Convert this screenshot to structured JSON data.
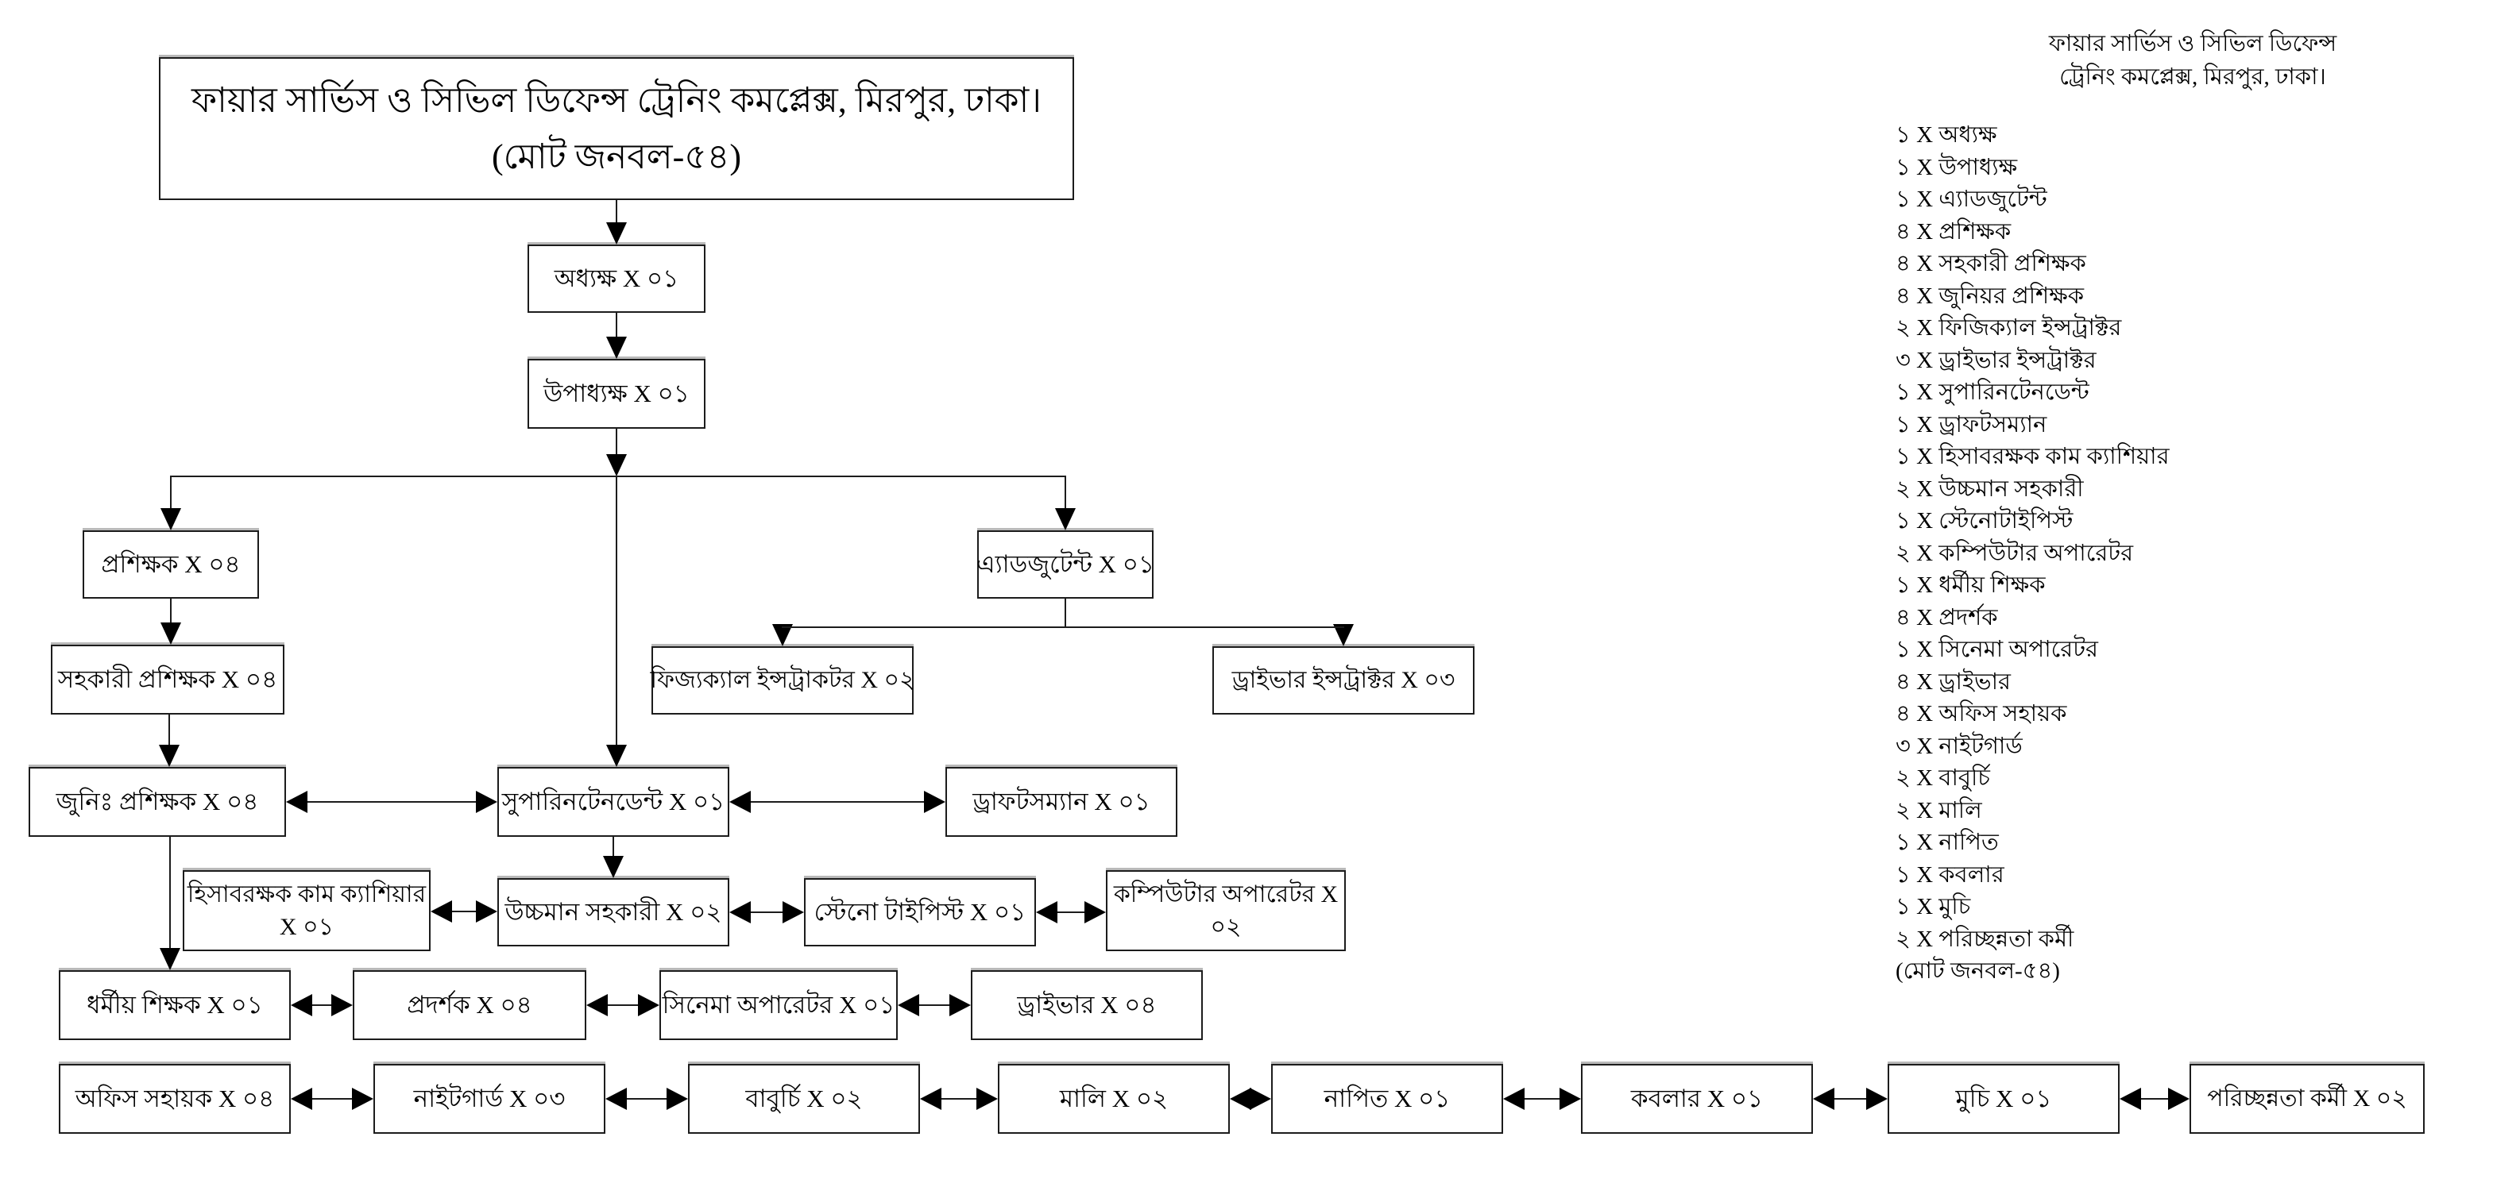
{
  "page": {
    "background_color": "#ffffff",
    "line_color": "#000000"
  },
  "org": {
    "nodes": [
      {
        "id": "title",
        "lines": [
          "ফায়ার সার্ভিস ও সিভিল ডিফেন্স ট্রেনিং কমপ্লেক্স, মিরপুর, ঢাকা।",
          "(মোট জনবল-৫৪)"
        ]
      },
      {
        "id": "principal",
        "lines": [
          "অধ্যক্ষ X ০১"
        ]
      },
      {
        "id": "vice-principal",
        "lines": [
          "উপাধ্যক্ষ X ০১"
        ]
      },
      {
        "id": "instructor",
        "lines": [
          "প্রশিক্ষক X ০৪"
        ]
      },
      {
        "id": "adjutant",
        "lines": [
          "এ্যাডজুটেন্ট X ০১"
        ]
      },
      {
        "id": "assistant-instructor",
        "lines": [
          "সহকারী প্রশিক্ষক X ০৪"
        ]
      },
      {
        "id": "physical-instructor",
        "lines": [
          "ফিজ্যক্যাল ইন্সট্রাকটর X ০২"
        ]
      },
      {
        "id": "driver-instructor",
        "lines": [
          "ড্রাইভার ইন্সট্রাক্টর X ০৩"
        ]
      },
      {
        "id": "junior-instructor",
        "lines": [
          "জুনিঃ প্রশিক্ষক X ০৪"
        ]
      },
      {
        "id": "superintendent",
        "lines": [
          "সুপারিনটেনডেন্ট X ০১"
        ]
      },
      {
        "id": "draftsman",
        "lines": [
          "ড্রাফটসম্যান X ০১"
        ]
      },
      {
        "id": "accountant-cum-cashier",
        "lines": [
          "হিসাবরক্ষক কাম ক্যাশিয়ার",
          "X ০১"
        ]
      },
      {
        "id": "upper-division-assistant",
        "lines": [
          "উচ্চমান সহকারী X ০২"
        ]
      },
      {
        "id": "steno-typist",
        "lines": [
          "স্টেনো টাইপিস্ট X ০১"
        ]
      },
      {
        "id": "computer-operator",
        "lines": [
          "কম্পিউটার অপারেটর X",
          "০২"
        ]
      },
      {
        "id": "religious-teacher",
        "lines": [
          "ধর্মীয় শিক্ষক X ০১"
        ]
      },
      {
        "id": "demonstrator",
        "lines": [
          "প্রদর্শক X ০৪"
        ]
      },
      {
        "id": "cinema-operator",
        "lines": [
          "সিনেমা অপারেটর X ০১"
        ]
      },
      {
        "id": "driver",
        "lines": [
          "ড্রাইভার X ০৪"
        ]
      },
      {
        "id": "office-assistant",
        "lines": [
          "অফিস সহায়ক X ০৪"
        ]
      },
      {
        "id": "night-guard",
        "lines": [
          "নাইটগার্ড X ০৩"
        ]
      },
      {
        "id": "cook",
        "lines": [
          "বাবুর্চি X ০২"
        ]
      },
      {
        "id": "gardener",
        "lines": [
          "মালি X ০২"
        ]
      },
      {
        "id": "barber",
        "lines": [
          "নাপিত X ০১"
        ]
      },
      {
        "id": "cobbler",
        "lines": [
          "কবলার X ০১"
        ]
      },
      {
        "id": "shoemaker",
        "lines": [
          "মুচি X ০১"
        ]
      },
      {
        "id": "cleaner",
        "lines": [
          "পরিচ্ছন্নতা কর্মী X ০২"
        ]
      }
    ]
  },
  "legend": {
    "header_line1": "ফায়ার সার্ভিস ও সিভিল ডিফেন্স",
    "header_line2": "ট্রেনিং কমপ্লেক্স, মিরপুর, ঢাকা।",
    "items": [
      "১ X অধ্যক্ষ",
      "১ X উপাধ্যক্ষ",
      "১ X এ্যাডজুটেন্ট",
      "৪ X প্রশিক্ষক",
      "৪ X সহকারী প্রশিক্ষক",
      "৪ X জুনিয়র প্রশিক্ষক",
      "২ X ফিজিক্যাল ইন্সট্রাক্টর",
      "৩ X ড্রাইভার ইন্সট্রাক্টর",
      "১ X সুপারিনটেনডেন্ট",
      "১ X ড্রাফটসম্যান",
      "১ X হিসাবরক্ষক কাম ক্যাশিয়ার",
      "২ X উচ্চমান সহকারী",
      "১ X স্টেনোটাইপিস্ট",
      "২ X কম্পিউটার অপারেটর",
      "১ X ধর্মীয় শিক্ষক",
      "৪ X প্রদর্শক",
      "১ X সিনেমা অপারেটর",
      "৪ X ড্রাইভার",
      "৪ X অফিস সহায়ক",
      "৩ X নাইটগার্ড",
      "২ X বাবুর্চি",
      "২ X মালি",
      "১ X নাপিত",
      "১ X কবলার",
      "১ X মুচি",
      "২ X পরিচ্ছন্নতা কর্মী",
      "(মোট জনবল-৫৪)"
    ]
  }
}
